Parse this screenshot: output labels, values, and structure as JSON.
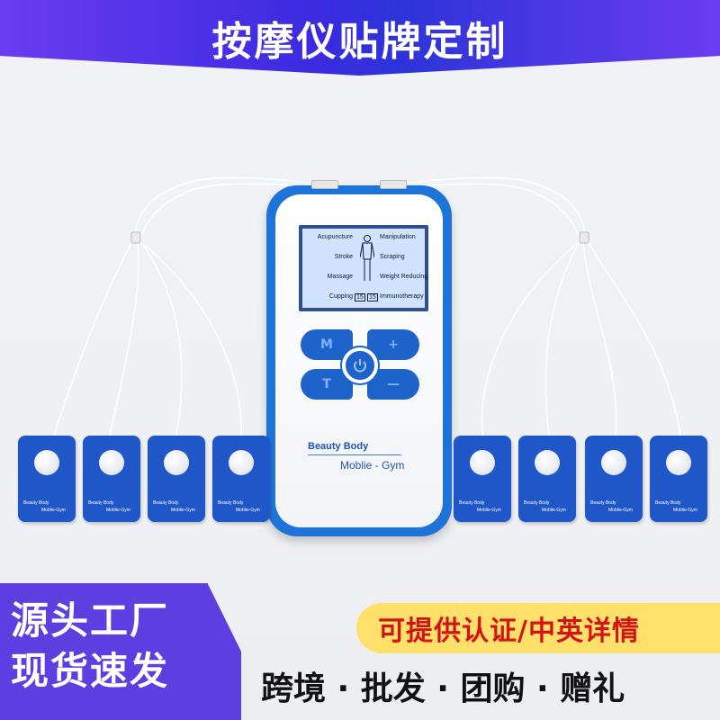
{
  "header": {
    "title": "按摩仪贴牌定制"
  },
  "device": {
    "screen": {
      "left_labels": [
        "Acupuncture",
        "Stroke",
        "Massage",
        "Cupping"
      ],
      "right_labels": [
        "Manipulation",
        "Scraping",
        "Weight Reducing",
        "Immunotherapy"
      ],
      "timer_a": "15",
      "timer_b": "15"
    },
    "keys": {
      "mode": "M",
      "plus": "+",
      "time": "T",
      "minus": "—"
    },
    "brand_line1": "Beauty Body",
    "brand_line2": "Moblie - Gym",
    "accent_color": "#1e73d8"
  },
  "pads": {
    "count": 8,
    "label_line1": "Beauty Body",
    "label_line2": "Moblie-Gym"
  },
  "footer": {
    "left_line1": "源头工厂",
    "left_line2": "现货速发",
    "cert_text": "可提供认证/中英详情",
    "tags": "跨境 · 批发 · 团购 · 赠礼"
  },
  "colors": {
    "banner": "#5c3fe0",
    "pill": "#ffe06a",
    "cert_text": "#d41414",
    "pad": "#1f56c8"
  }
}
